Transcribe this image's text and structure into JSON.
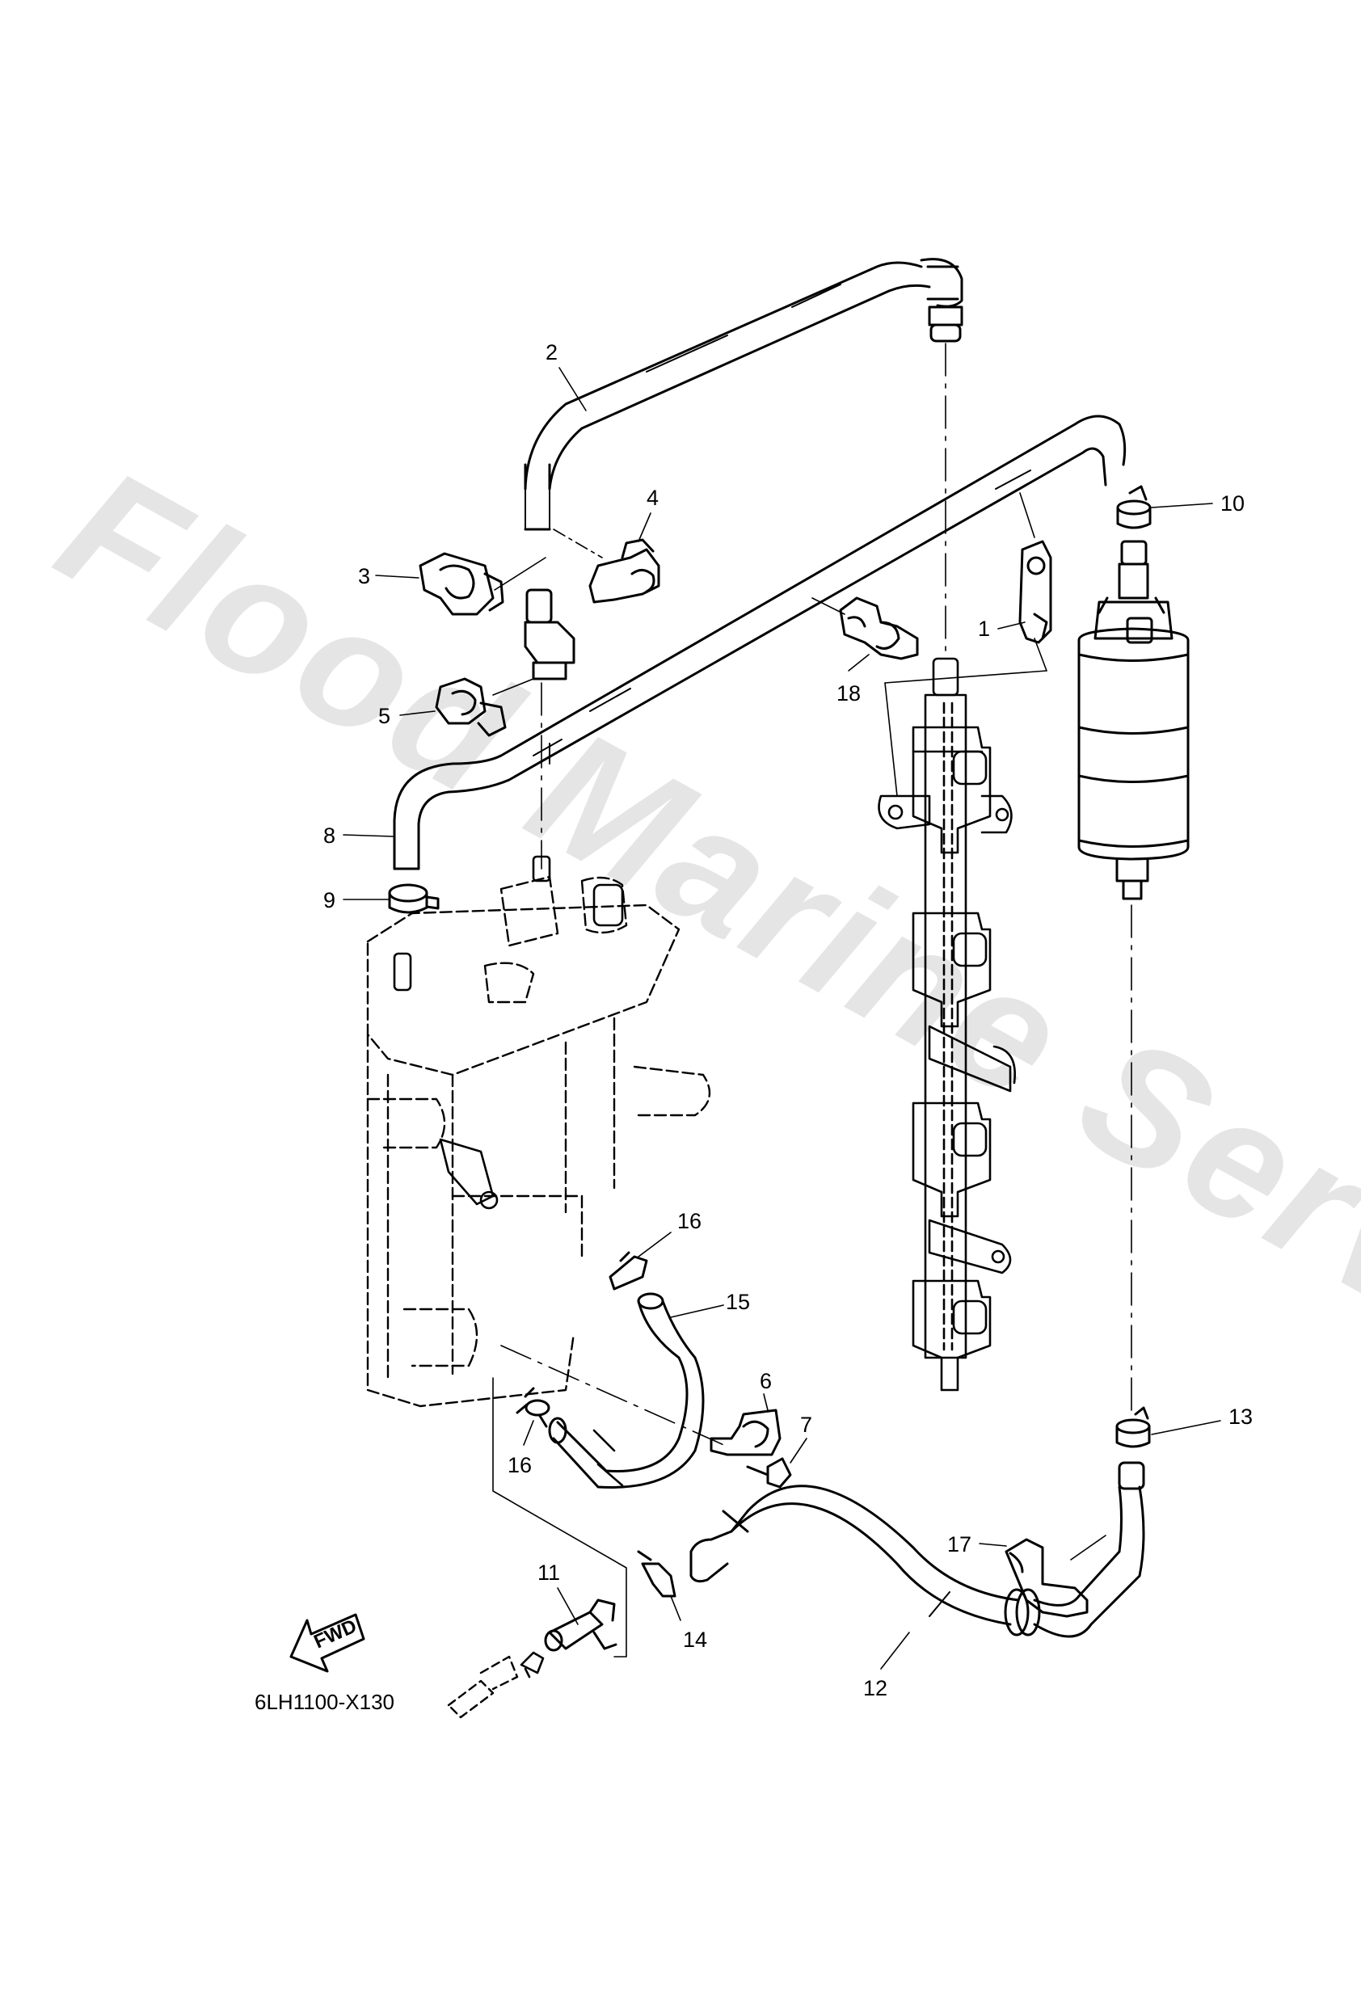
{
  "watermark": "Flood Marine Services",
  "diagram_code": "6LH1100-X130",
  "fwd_label": "FWD",
  "callouts": {
    "c1": "1",
    "c2": "2",
    "c3": "3",
    "c4": "4",
    "c5": "5",
    "c6": "6",
    "c7": "7",
    "c8": "8",
    "c9": "9",
    "c10": "10",
    "c11": "11",
    "c12": "12",
    "c13": "13",
    "c14": "14",
    "c15": "15",
    "c16a": "16",
    "c16b": "16",
    "c17": "17",
    "c18": "18"
  }
}
